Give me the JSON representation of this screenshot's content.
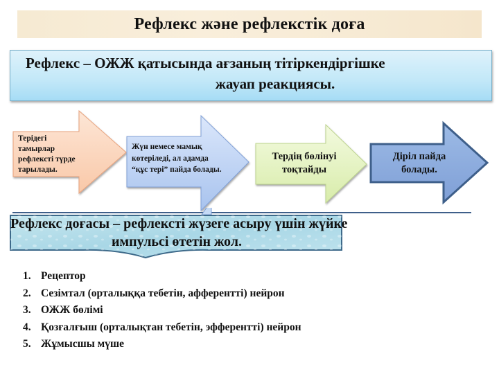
{
  "title": "Рефлекс және рефлекстік доға",
  "definition": {
    "line1": "Рефлекс – ОЖЖ қатысында ағзаның тітіркендіргішке",
    "line2": "жауап реакциясы."
  },
  "process_arrows": [
    {
      "text": "Терідегі тамырлар рефлексті түрде тарылады.",
      "fill": "#fbd9c2",
      "stroke": "#e8a27c"
    },
    {
      "text": "Жүн немесе мамық көтеріледі, ал адамда “құс терi” пайда болады.",
      "fill": "#b9cff4",
      "stroke": "#7f9fd6"
    },
    {
      "text": "Тердің бөлінуі тоқтайды",
      "fill": "#e6f4c2",
      "stroke": "#bcd38c"
    },
    {
      "text": "Діріл пайда болады.",
      "fill": "#8fb1e0",
      "stroke": "#3e5f8a"
    }
  ],
  "reflex_arc": {
    "line1": "Рефлекс доғасы – рефлексті жүзеге асыру үшін жүйке",
    "line2": "импульсі өтетін жол.",
    "fill": "#a8d6e4",
    "border": "#3e6a8a"
  },
  "arc_components": [
    {
      "num": "1.",
      "text": "Рецептор"
    },
    {
      "num": "2.",
      "text": "Сезімтал (орталыққа тебетін, афферентті) нейрон"
    },
    {
      "num": "3.",
      "text": "ОЖЖ бөлімі"
    },
    {
      "num": "4.",
      "text": "Қозғалғыш (орталықтан тебетін, эфферентті) нейрон"
    },
    {
      "num": "5.",
      "text": "Жұмысшы мүше"
    }
  ]
}
